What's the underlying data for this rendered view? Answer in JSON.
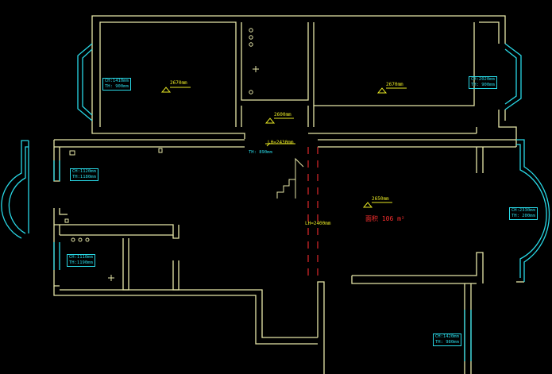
{
  "colors": {
    "background": "#000000",
    "wall": "#e6e6a8",
    "window": "#29d8e6",
    "level": "#e6e624",
    "area": "#ff3030"
  },
  "levels": {
    "room_tl": "2670mm",
    "room_tr": "2670mm",
    "corridor": "2600mm",
    "hall_right": "2650mm"
  },
  "heights": {
    "lh_top": "LH=2430mm",
    "lh_vertical": "LH=2400mm"
  },
  "area_label": "面积 106 m²",
  "small_note": "TH: 890mm",
  "window_tags": {
    "tl": {
      "ch": "CH:1410mm",
      "th": "TH: 900mm"
    },
    "tr": {
      "ch": "CH:2020mm",
      "th": "TH: 900mm"
    },
    "l1": {
      "ch": "CH:1120mm",
      "th": "TH:1180mm"
    },
    "l2": {
      "ch": "CH:1110mm",
      "th": "TH:1190mm"
    },
    "r": {
      "ch": "CH:2330mm",
      "th": "TH: 200mm"
    },
    "br": {
      "ch": "CH:1420mm",
      "th": "TH: 980mm"
    }
  }
}
